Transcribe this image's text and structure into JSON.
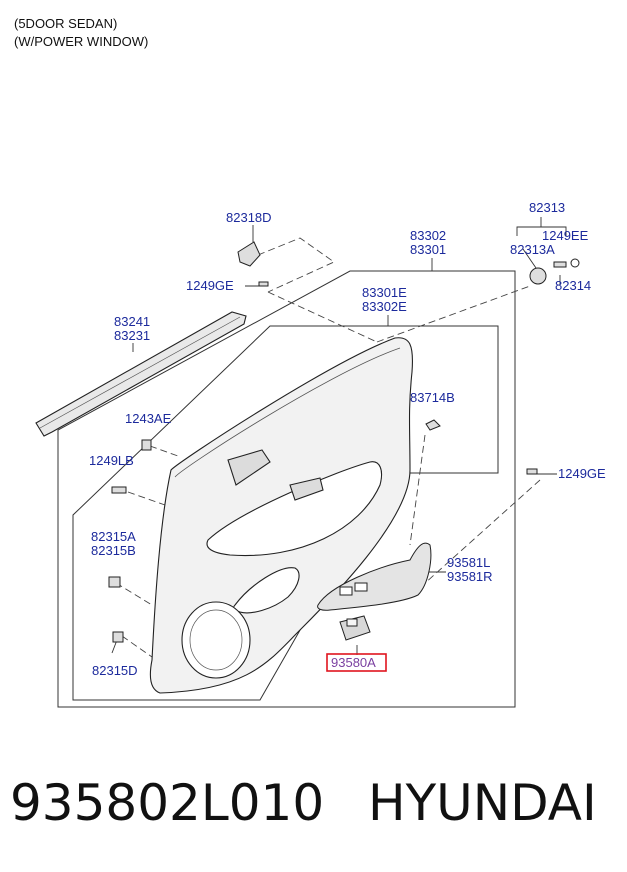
{
  "header": {
    "line1": "(5DOOR SEDAN)",
    "line2": "(W/POWER WINDOW)"
  },
  "callouts": {
    "c82318D": "82318D",
    "c1249GE_a": "1249GE",
    "c83302": "83302",
    "c83301": "83301",
    "c83301E": "83301E",
    "c83302E": "83302E",
    "c82313": "82313",
    "c1249EE": "1249EE",
    "c82313A": "82313A",
    "c82314": "82314",
    "c83241": "83241",
    "c83231": "83231",
    "c83714B": "83714B",
    "c1243AE": "1243AE",
    "c1249LB": "1249LB",
    "c1249GE_b": "1249GE",
    "c82315A": "82315A",
    "c82315B": "82315B",
    "c93581L": "93581L",
    "c93581R": "93581R",
    "c82315D": "82315D",
    "c93580A": "93580A"
  },
  "highlight": {
    "part": "93580A",
    "color": "#e0141e"
  },
  "footer": {
    "part_number": "935802L010",
    "brand": "HYUNDAI"
  }
}
